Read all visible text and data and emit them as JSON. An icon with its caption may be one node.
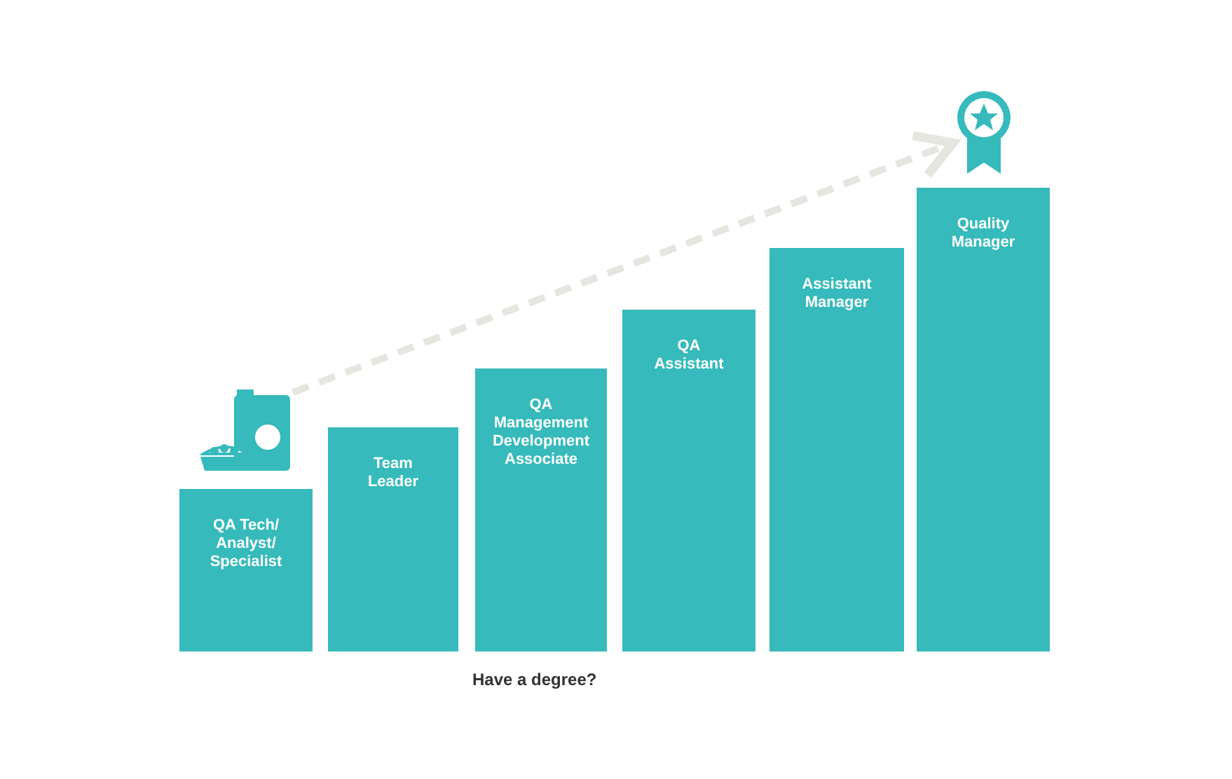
{
  "diagram": {
    "nodes": [
      {
        "text": [],
        "shape": "canister"
      },
      {
        "text": [
          "QA Tech/ Analyst/ Specialist"
        ]
      },
      {
        "text": [
          "Team Leader"
        ]
      },
      {
        "text": [
          "QA Management Development Associate"
        ]
      },
      {
        "text": [
          "QA Assistant"
        ]
      },
      {
        "text": [
          "Assistant Manager"
        ]
      },
      {
        "text": [
          "Quality Manager"
        ]
      },
      {
        "text": [],
        "shape": "badge"
      }
    ],
    "edges": [
      {
        "from": 0,
        "to": 7,
        "arrow": "to",
        "style": "dashed"
      }
    ],
    "labels": [
      "Have a degree?"
    ]
  }
}
